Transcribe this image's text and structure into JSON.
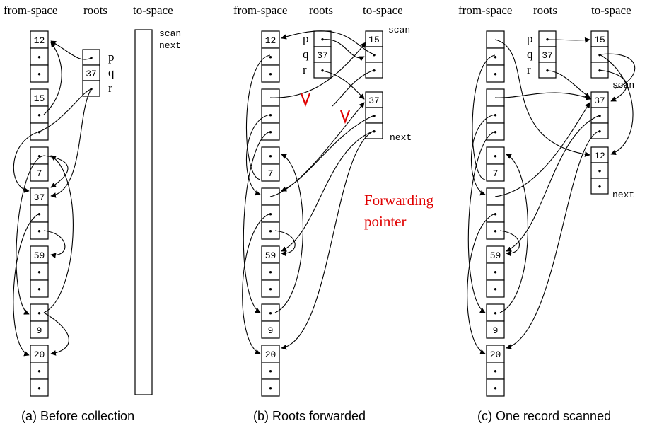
{
  "panels": [
    {
      "headers": {
        "from": "from-space",
        "roots": "roots",
        "to": "to-space"
      },
      "caption": "(a) Before collection",
      "from_cells": [
        "12",
        "•",
        "•",
        "15",
        "•",
        "•",
        "•",
        "7",
        "37",
        "•",
        "•",
        "59",
        "•",
        "•",
        "•",
        "9",
        "20",
        "•",
        "•"
      ],
      "roots": {
        "labels": [
          "p",
          "q",
          "r"
        ],
        "cells": [
          "•",
          "37",
          "•"
        ]
      },
      "to_cells": [],
      "to_labels": {
        "scan": "scan",
        "next": "next"
      }
    },
    {
      "headers": {
        "from": "from-space",
        "roots": "roots",
        "to": "to-space"
      },
      "caption": "(b) Roots forwarded",
      "from_cells": [
        "12",
        "•",
        "•",
        "",
        "•",
        "•",
        "•",
        "7",
        "",
        "•",
        "•",
        "59",
        "•",
        "•",
        "•",
        "9",
        "20",
        "•",
        "•"
      ],
      "roots": {
        "labels": [
          "p",
          "q",
          "r"
        ],
        "cells": [
          "•",
          "37",
          "•"
        ]
      },
      "to_cells": [
        "15",
        "•",
        "•",
        "37",
        "•",
        "•"
      ],
      "to_labels": {
        "scan": "scan",
        "next": "next"
      }
    },
    {
      "headers": {
        "from": "from-space",
        "roots": "roots",
        "to": "to-space"
      },
      "caption": "(c) One record scanned",
      "from_cells": [
        "",
        "•",
        "•",
        "",
        "•",
        "•",
        "•",
        "7",
        "",
        "•",
        "•",
        "59",
        "•",
        "•",
        "•",
        "9",
        "20",
        "•",
        "•"
      ],
      "roots": {
        "labels": [
          "p",
          "q",
          "r"
        ],
        "cells": [
          "•",
          "37",
          "•"
        ]
      },
      "to_cells": [
        "15",
        "•",
        "•",
        "37",
        "•",
        "•",
        "12",
        "•",
        "•"
      ],
      "to_labels": {
        "scan": "scan",
        "next": "next"
      }
    }
  ],
  "annotation": {
    "line1": "Forwarding",
    "line2": "pointer",
    "color": "#e00000"
  },
  "colors": {
    "ink": "#000000",
    "highlight": "#e00000",
    "background": "#ffffff"
  }
}
